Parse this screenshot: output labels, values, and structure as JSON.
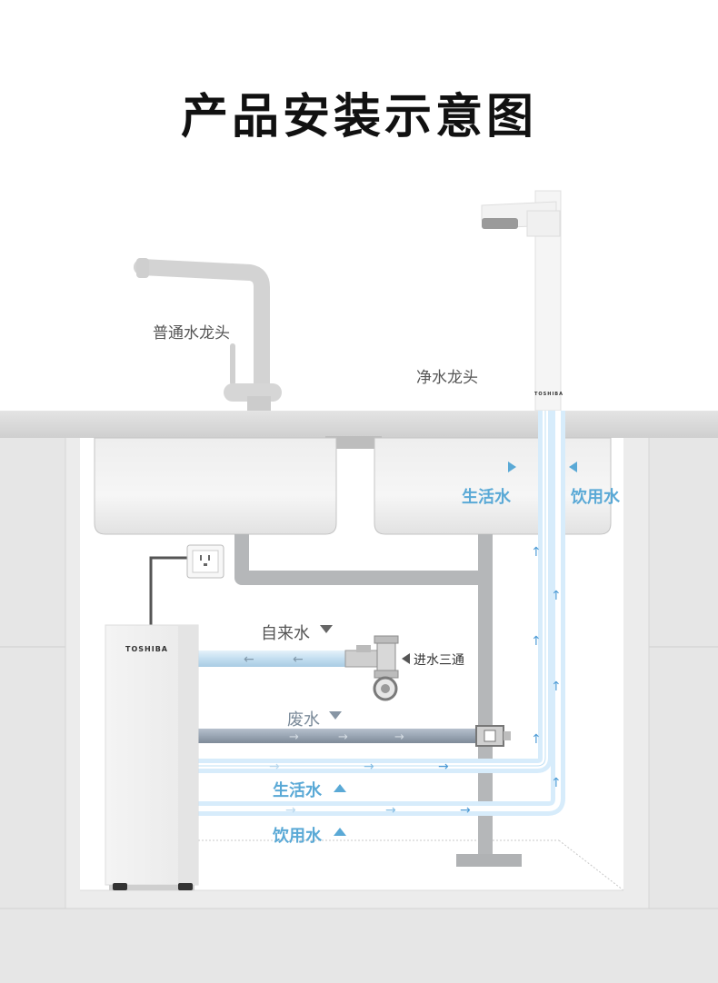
{
  "title": "产品安装示意图",
  "labels": {
    "normal_faucet": "普通水龙头",
    "purified_faucet": "净水龙头",
    "domestic_water_top": "生活水",
    "drinking_water_top": "饮用水",
    "tap_water": "自来水",
    "inlet_tee": "进水三通",
    "waste_water": "废水",
    "domestic_water_bottom": "生活水",
    "drinking_water_bottom": "饮用水"
  },
  "brand": {
    "unit": "TOSHIBA",
    "faucet": "TOSHIBA"
  },
  "icons": {
    "outlet": "power-outlet-icon",
    "valve": "valve-icon",
    "arrow_down": "triangle-down-icon",
    "arrow_up": "triangle-up-icon",
    "arrow_left": "triangle-left-icon",
    "arrow_right": "triangle-right-icon"
  },
  "colors": {
    "blue_label": "#5aa9d6",
    "tap_pipe": "#cfe6f5",
    "waste_pipe": "#9aa6b4",
    "drain_pipe": "#b0b2b4"
  }
}
